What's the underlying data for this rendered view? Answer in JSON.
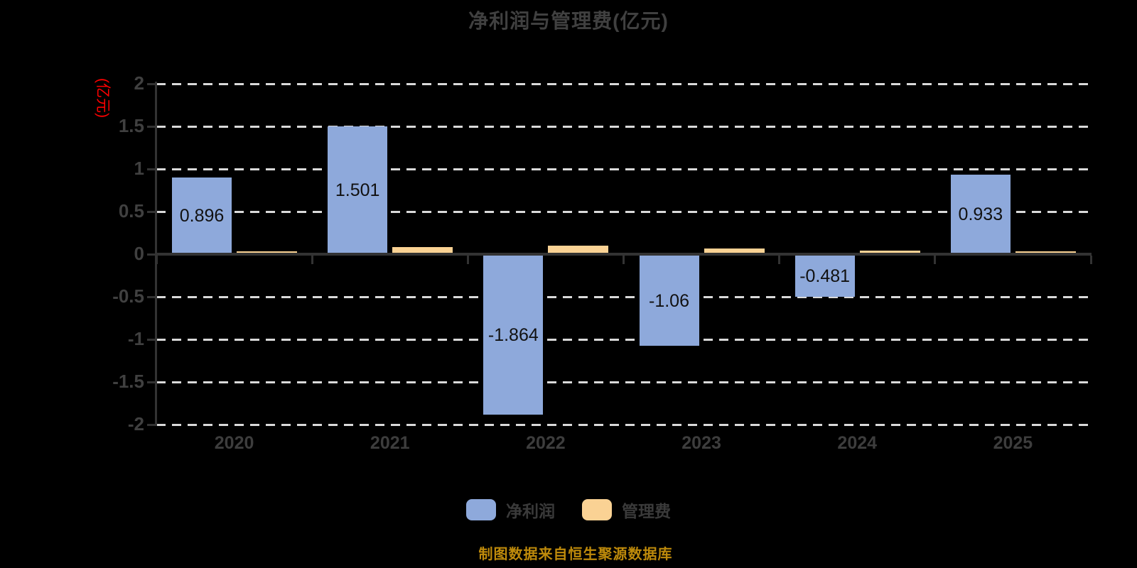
{
  "title": "净利润与管理费(亿元)",
  "y_axis_name": "(亿元)",
  "source_note": "制图数据来自恒生聚源数据库",
  "colors": {
    "background": "#000000",
    "net_profit_bar": "#8EA9DB",
    "mgmt_fee_bar": "#FAD294",
    "grid_line": "#D9D9D9",
    "axis_line": "#333333",
    "title_text": "#404040",
    "tick_text": "#404040",
    "bar_label_text": "#111111",
    "axis_name_text": "#FF0000",
    "source_text": "#BE8A0B",
    "legend_text": "#3A3A3A"
  },
  "chart_data": {
    "type": "bar",
    "title": "净利润与管理费(亿元)",
    "categories": [
      "2020",
      "2021",
      "2022",
      "2023",
      "2024",
      "2025"
    ],
    "series": [
      {
        "key": "net-profit",
        "name": "净利润",
        "color": "#8EA9DB",
        "values": [
          0.896,
          1.501,
          -1.864,
          -1.06,
          -0.481,
          0.933
        ],
        "labels": [
          "0.896",
          "1.501",
          "-1.864",
          "-1.06",
          "-0.481",
          "0.933"
        ],
        "labels_visible": true
      },
      {
        "key": "mgmt-fee",
        "name": "管理费",
        "color": "#FAD294",
        "values": [
          0.03,
          0.08,
          0.1,
          0.07,
          0.04,
          0.03
        ],
        "labels_visible": false
      }
    ],
    "ylabel": "(亿元)",
    "ylim": [
      -2,
      2
    ],
    "yticks": [
      2,
      1.5,
      1,
      0.5,
      0,
      -0.5,
      -1,
      -1.5,
      -2
    ],
    "grid": "horizontal-dashed",
    "legend_position": "bottom"
  },
  "legend": {
    "items": [
      {
        "key": "net-profit",
        "label": "净利润"
      },
      {
        "key": "mgmt-fee",
        "label": "管理费"
      }
    ]
  }
}
